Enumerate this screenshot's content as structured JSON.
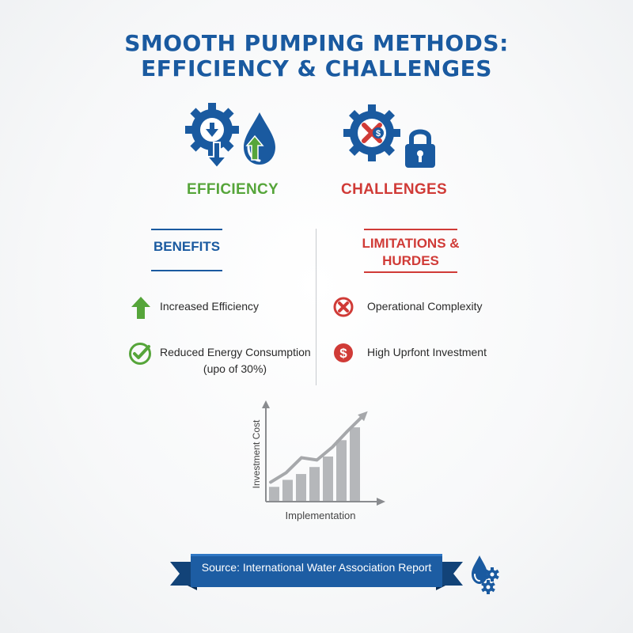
{
  "title": {
    "line1": "SMOOTH PUMPING METHODS:",
    "line2": "EFFICIENCY & CHALLENGES"
  },
  "efficiency": {
    "label": "EFFICIENCY",
    "heading": "BENEFITS",
    "items": [
      {
        "text": "Increased Efficiency",
        "icon": "up-arrow-icon"
      },
      {
        "text": "Reduced Energy Consumption",
        "subtext": "(upo of 30%)",
        "icon": "check-circle-icon"
      }
    ]
  },
  "challenges": {
    "label": "CHALLENGES",
    "heading_line1": "LIMITATIONS &",
    "heading_line2": "HURDES",
    "items": [
      {
        "text": "Operational Complexity",
        "icon": "x-circle-icon"
      },
      {
        "text": "High Uprfont Investment",
        "icon": "dollar-circle-icon"
      }
    ]
  },
  "chart_data": {
    "type": "bar",
    "ylabel": "Investment Cost",
    "xlabel": "Implementation",
    "values": [
      1.2,
      1.8,
      2.3,
      2.9,
      3.8,
      5.2,
      6.3
    ],
    "trend": [
      1.6,
      2.4,
      3.7,
      3.5,
      4.6,
      6.0,
      7.3
    ],
    "ylim": [
      0,
      8
    ],
    "bar_color": "#b5b7ba",
    "trend_color": "#a6a8ab",
    "axis_color": "#8a8c8f"
  },
  "source": {
    "text": "Source: International Water Association Report"
  },
  "colors": {
    "blue": "#1a5aa0",
    "green": "#56a53a",
    "red": "#d03b37"
  }
}
